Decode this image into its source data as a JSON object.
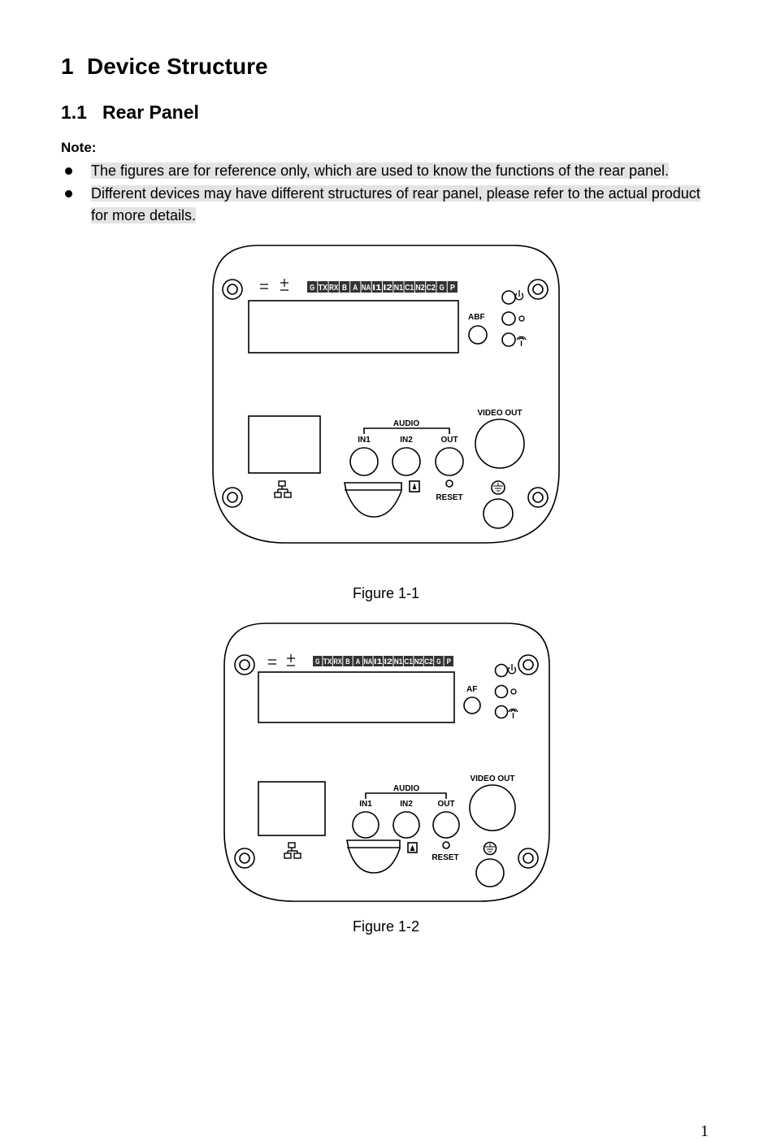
{
  "heading1": {
    "number": "1",
    "title": "Device Structure"
  },
  "heading2": {
    "number": "1.1",
    "title": "Rear Panel"
  },
  "note_label": "Note:",
  "notes": [
    "The figures are for reference only, which are used to know the functions of the rear panel.",
    "Different devices may have different structures of rear panel, please refer to the actual product for more details."
  ],
  "figure1": {
    "caption": "Figure 1-1",
    "terminals": [
      "G",
      "TX",
      "RX",
      "B",
      "A",
      "NA",
      "I1",
      "I2",
      "N1",
      "C1",
      "N2",
      "C2",
      "G",
      "P"
    ],
    "focus_label": "ABF",
    "audio_label": "AUDIO",
    "in1": "IN1",
    "in2": "IN2",
    "out": "OUT",
    "video_out": "VIDEO OUT",
    "reset": "RESET"
  },
  "figure2": {
    "caption": "Figure 1-2",
    "terminals": [
      "G",
      "TX",
      "RX",
      "B",
      "A",
      "NA",
      "I1",
      "I2",
      "N1",
      "C1",
      "N2",
      "C2",
      "G",
      "P"
    ],
    "focus_label": "AF",
    "audio_label": "AUDIO",
    "in1": "IN1",
    "in2": "IN2",
    "out": "OUT",
    "video_out": "VIDEO OUT",
    "reset": "RESET"
  },
  "page_number": "1"
}
